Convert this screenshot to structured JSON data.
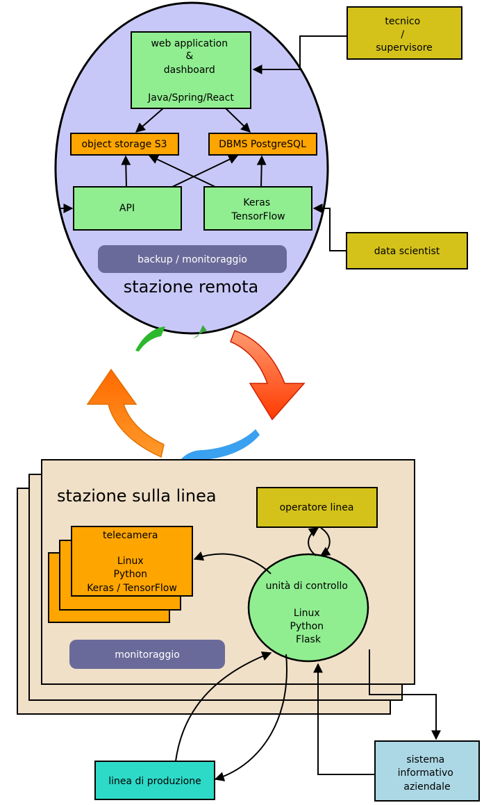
{
  "remote_station": {
    "title": "stazione remota",
    "web_app": [
      "web application",
      "&",
      "dashboard",
      "",
      "Java/Spring/React"
    ],
    "object_storage": "object storage S3",
    "dbms": "DBMS PostgreSQL",
    "api": "API",
    "keras": [
      "Keras",
      "TensorFlow"
    ],
    "backup": "backup / monitoraggio"
  },
  "external": {
    "tecnico": [
      "tecnico",
      "/",
      "supervisore"
    ],
    "data_scientist": "data scientist",
    "linea_produzione": "linea di produzione",
    "sistema": [
      "sistema",
      "informativo",
      "aziendale"
    ]
  },
  "line_station": {
    "title": "stazione sulla linea",
    "operatore": "operatore linea",
    "telecamera": [
      "telecamera",
      "",
      "Linux",
      "Python",
      "Keras / TensorFlow"
    ],
    "unita": [
      "unità di controllo",
      "",
      "Linux",
      "Python",
      "Flask"
    ],
    "monitoraggio": "monitoraggio"
  },
  "colors": {
    "ellipse": "#c8c8f8",
    "green_box": "#90ee90",
    "orange_box": "#ffa500",
    "olive_box": "#d4c21a",
    "station_bg": "#f0e0c8",
    "pill": "#6a6a9a",
    "teal_box": "#2ddac8",
    "blue_box": "#acd8e6"
  }
}
